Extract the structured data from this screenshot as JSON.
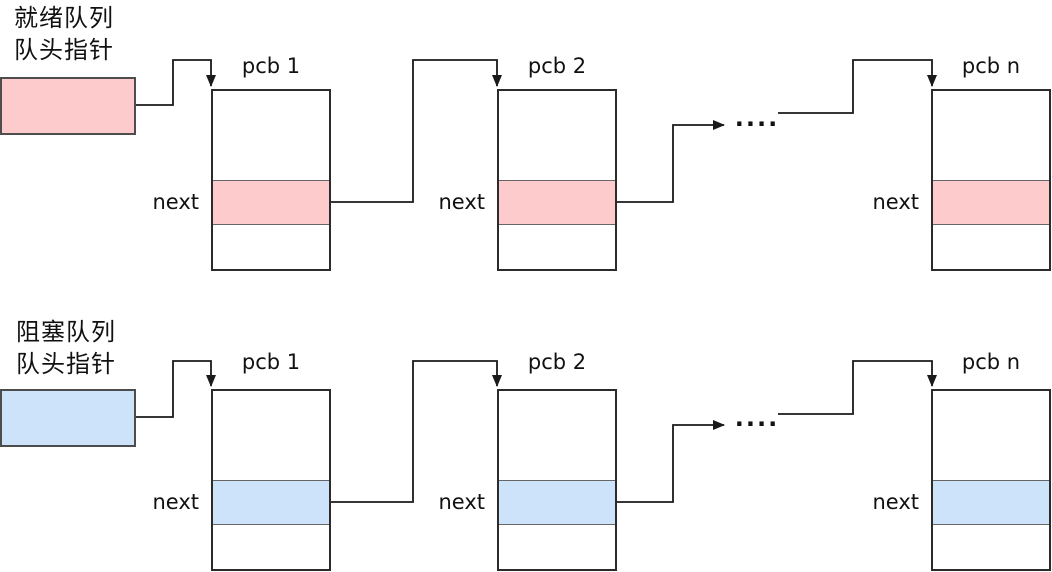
{
  "colors": {
    "ready_fill": "#fdcbcb",
    "blocked_fill": "#cce3fa",
    "line": "#1a1a1a",
    "box_border": "#2b2b2b",
    "inner_border": "#666666",
    "head_border": "#4d4d4d"
  },
  "queues": [
    {
      "id": "ready",
      "label": "就绪队列\n队头指针",
      "next_label": "next",
      "ellipsis": "....",
      "nodes": [
        {
          "title": "pcb 1"
        },
        {
          "title": "pcb 2"
        },
        {
          "title": "pcb n"
        }
      ]
    },
    {
      "id": "blocked",
      "label": "阻塞队列\n队头指针",
      "next_label": "next",
      "ellipsis": "....",
      "nodes": [
        {
          "title": "pcb 1"
        },
        {
          "title": "pcb 2"
        },
        {
          "title": "pcb n"
        }
      ]
    }
  ]
}
